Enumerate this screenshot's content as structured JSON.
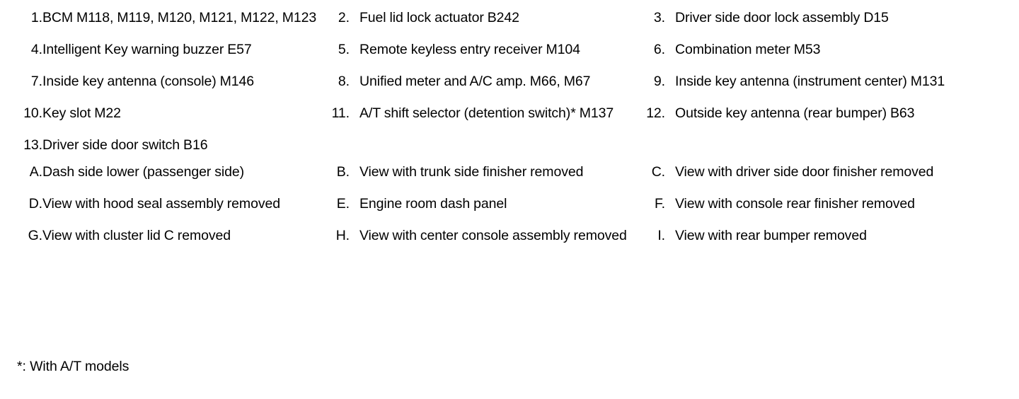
{
  "document": {
    "type": "component-legend",
    "footnote": "*: With A/T models"
  },
  "legend": {
    "rows": [
      {
        "cells": [
          {
            "marker": "1.",
            "label": "BCM M118, M119, M120, M121, M122, M123"
          },
          {
            "marker": "2.",
            "label": "Fuel lid lock actuator B242"
          },
          {
            "marker": "3.",
            "label": "Driver side door lock assembly D15"
          }
        ]
      },
      {
        "cells": [
          {
            "marker": "4.",
            "label": "Intelligent Key warning buzzer E57"
          },
          {
            "marker": "5.",
            "label": "Remote keyless entry receiver M104"
          },
          {
            "marker": "6.",
            "label": "Combination meter M53"
          }
        ]
      },
      {
        "cells": [
          {
            "marker": "7.",
            "label": "Inside key antenna (console) M146"
          },
          {
            "marker": "8.",
            "label": "Unified meter and A/C amp. M66, M67"
          },
          {
            "marker": "9.",
            "label": "Inside key antenna (instrument center) M131"
          }
        ]
      },
      {
        "cells": [
          {
            "marker": "10.",
            "label": "Key slot M22"
          },
          {
            "marker": "11.",
            "label": "A/T shift selector (detention switch)* M137"
          },
          {
            "marker": "12.",
            "label": "Outside key antenna (rear bumper) B63"
          }
        ]
      },
      {
        "tight": true,
        "cells": [
          {
            "marker": "13.",
            "label": "Driver side door switch B16"
          },
          {
            "marker": "",
            "label": ""
          },
          {
            "marker": "",
            "label": ""
          }
        ]
      },
      {
        "cells": [
          {
            "marker": "A.",
            "label": "Dash side lower (passenger side)"
          },
          {
            "marker": "B.",
            "label": "View with trunk side finisher removed"
          },
          {
            "marker": "C.",
            "label": "View with driver side door finisher removed"
          }
        ]
      },
      {
        "cells": [
          {
            "marker": "D.",
            "label": "View with hood seal assembly removed"
          },
          {
            "marker": "E.",
            "label": "Engine room dash panel"
          },
          {
            "marker": "F.",
            "label": "View with console rear finisher removed"
          }
        ]
      },
      {
        "cells": [
          {
            "marker": "G.",
            "label": "View with cluster lid C removed"
          },
          {
            "marker": "H.",
            "label": "View with center console assembly removed"
          },
          {
            "marker": "I.",
            "label": "View with rear bumper removed"
          }
        ]
      }
    ]
  }
}
